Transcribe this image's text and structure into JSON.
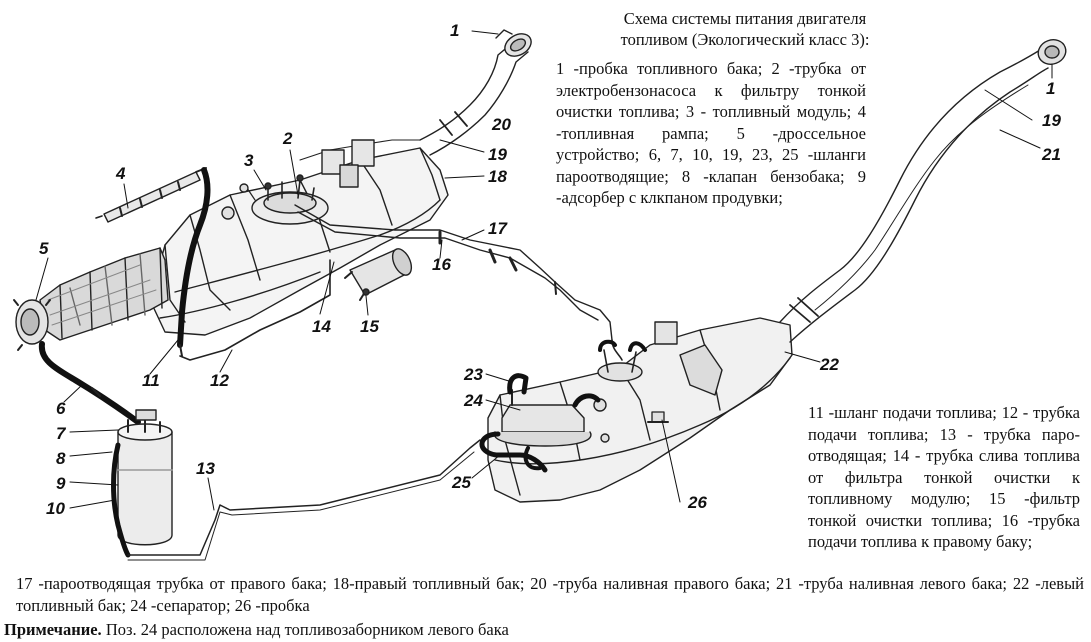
{
  "title": {
    "line1": "Схема системы питания двигателя",
    "line2": "топливом (Экологический класс 3):"
  },
  "legend_top": "1 -пробка топливного бака; 2 -трубка от электробензонасоса к фильтру тонкой очистки топлива; 3 - топливный модуль; 4 -топливная рампа; 5 -дроссельное устройство; 6, 7, 10, 19, 23, 25 -шланги пароотводящие; 8 -клапан бензобака; 9 -адсорбер с клкпаном продувки;",
  "legend_right": "11 -шланг подачи топлива; 12 - трубка подачи топлива; 13 - трубка паро-отводящая; 14 - трубка слива топлива от фильтра тонкой очистки к топливному модулю; 15 -фильтр тонкой очистки топлива; 16 -трубка подачи топлива к правому баку;",
  "legend_bottom": "17 -пароотводящая трубка от правого бака; 18-правый топливный бак; 20 -труба наливная правого бака; 21 -труба наливная левого бака; 22 -левый топливный бак; 24 -сепаратор; 26 -пробка",
  "note": {
    "label": "Примечание.",
    "text": " Поз. 24 расположена над топливозаборником левого бака"
  },
  "callouts": {
    "c1a": "1",
    "c1b": "1",
    "c2": "2",
    "c3": "3",
    "c4": "4",
    "c5": "5",
    "c6": "6",
    "c7": "7",
    "c8": "8",
    "c9": "9",
    "c10": "10",
    "c11": "11",
    "c12": "12",
    "c13": "13",
    "c14": "14",
    "c15": "15",
    "c16": "16",
    "c17": "17",
    "c18": "18",
    "c19a": "19",
    "c19b": "19",
    "c20": "20",
    "c21": "21",
    "c22": "22",
    "c23": "23",
    "c24": "24",
    "c25": "25",
    "c26": "26"
  }
}
